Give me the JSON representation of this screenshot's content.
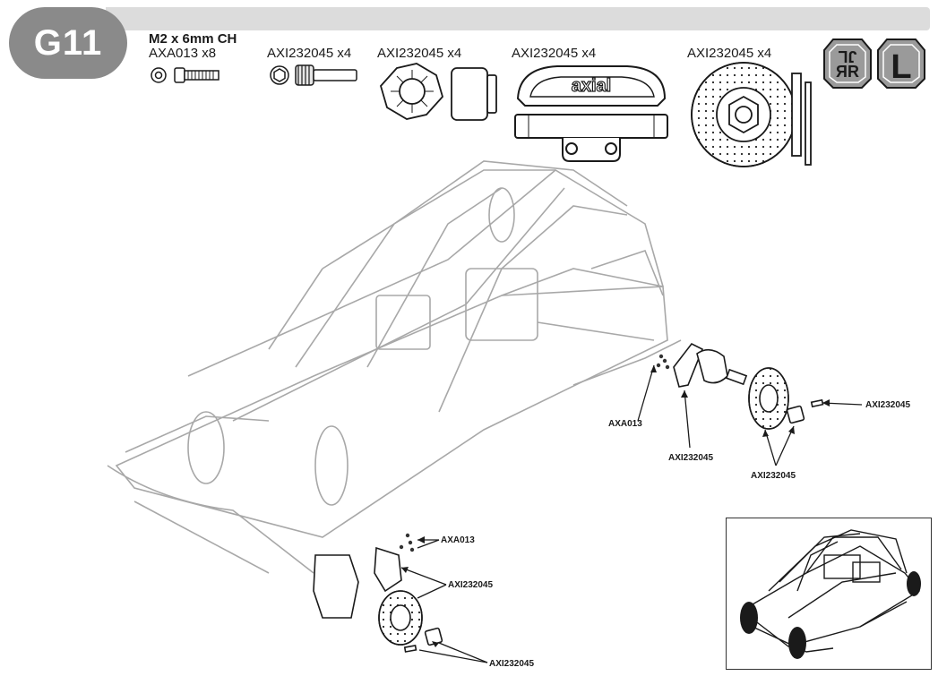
{
  "step": {
    "number": "G11"
  },
  "parts": [
    {
      "title": "M2 x 6mm CH",
      "label": "AXA013 x8",
      "icon": "screw-with-washer"
    },
    {
      "label": "AXI232045 x4",
      "icon": "set-screw-with-nut"
    },
    {
      "label": "AXI232045 x4",
      "icon": "hex-hub"
    },
    {
      "label": "AXI232045 x4",
      "icon": "brake-caliper",
      "logo_text": "axial"
    },
    {
      "label": "AXI232045 x4",
      "icon": "brake-rotor"
    }
  ],
  "orientation_icons": [
    {
      "name": "all-corners-icon",
      "text": "JL RR"
    },
    {
      "name": "left-side-icon",
      "text": "L"
    }
  ],
  "callouts": {
    "rear_screw": "AXA013",
    "rear_caliper": "AXI232045",
    "rear_rotor_hub": "AXI232045",
    "rear_set_screw": "AXI232045",
    "front_screw": "AXA013",
    "front_caliper": "AXI232045",
    "front_rotor_hub": "AXI232045"
  },
  "colors": {
    "badge": "#8a8a8a",
    "header_bar": "#dcdcdc",
    "ink": "#1a1a1a"
  }
}
